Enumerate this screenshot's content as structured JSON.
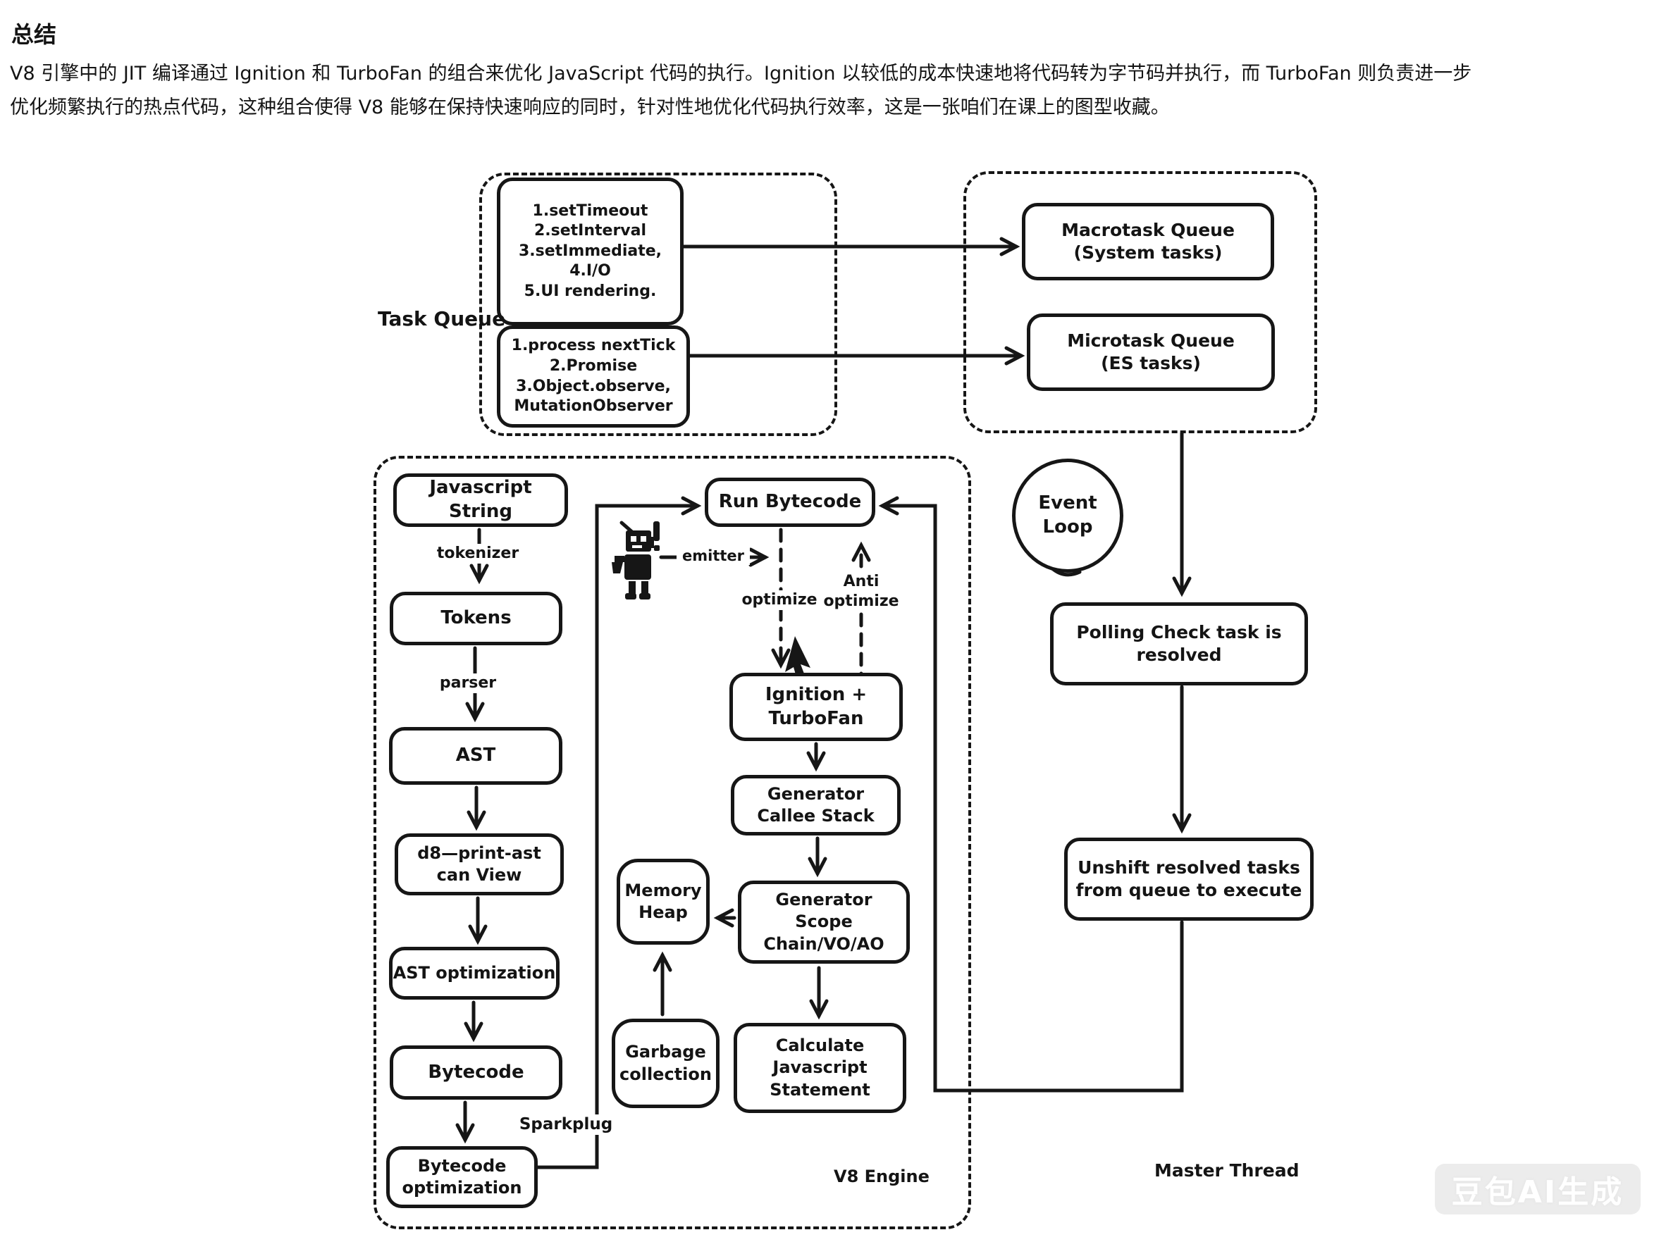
{
  "header": {
    "title": "总结",
    "paragraph_line1": "V8 引擎中的 JIT 编译通过 Ignition 和 TurboFan 的组合来优化 JavaScript 代码的执行。Ignition 以较低的成本快速地将代码转为字节码并执行，而 TurboFan 则负责进一步",
    "paragraph_line2": "优化频繁执行的热点代码，这种组合使得 V8 能够在保持快速响应的同时，针对性地优化代码执行效率，这是一张咱们在课上的图型收藏。"
  },
  "task_queue": {
    "label": "Task Queue",
    "macrotask_items": "1.setTimeout\n2.setInterval\n3.setImmediate,\n4.I/O\n5.UI rendering.",
    "microtask_items": "1.process nextTick\n2.Promise\n3.Object.observe, MutationObserver"
  },
  "queues": {
    "macrotask": "Macrotask Queue\n(System tasks)",
    "microtask": "Microtask Queue\n(ES tasks)"
  },
  "v8": {
    "label": "V8 Engine",
    "javascript_string": "Javascript String",
    "tokenizer": "tokenizer",
    "tokens": "Tokens",
    "parser": "parser",
    "ast": "AST",
    "d8_view": "d8—print-ast\ncan View",
    "ast_optimization": "AST optimization",
    "bytecode": "Bytecode",
    "bytecode_optimization": "Bytecode\noptimization",
    "sparkplug": "Sparkplug",
    "run_bytecode": "Run Bytecode",
    "optimize": "optimize",
    "anti_optimize": "Anti\noptimize",
    "ignition_turbofan": "Ignition +\nTurboFan",
    "generator_callee_stack": "Generator\nCallee Stack",
    "generator_scope_chain": "Generator\nScope\nChain/VO/AO",
    "calculate_js_statement": "Calculate\nJavascript\nStatement",
    "memory_heap": "Memory\nHeap",
    "garbage_collection": "Garbage\ncollection",
    "emitter": "emitter"
  },
  "master_thread": {
    "label": "Master Thread",
    "event_loop": "Event\nLoop",
    "polling": "Polling Check task is\nresolved",
    "unshift": "Unshift resolved tasks\nfrom queue to execute"
  },
  "watermark": "豆包AI生成"
}
